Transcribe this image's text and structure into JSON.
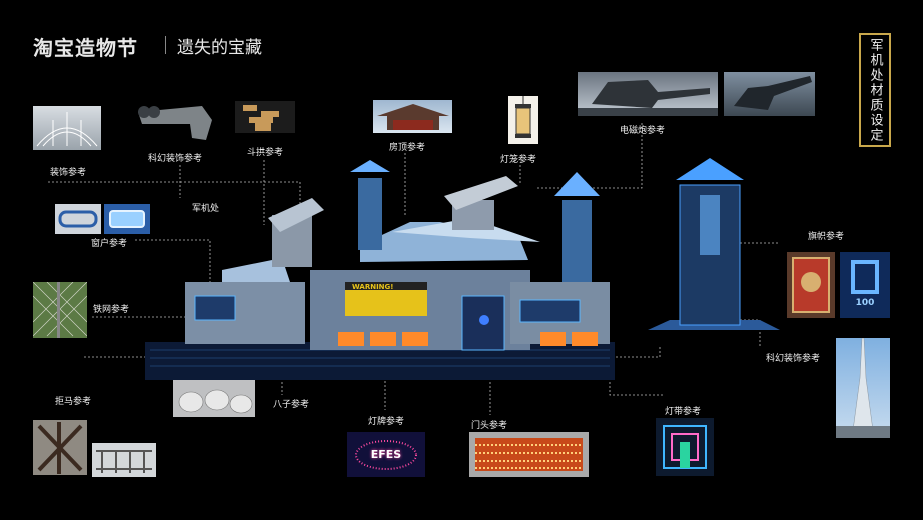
{
  "brand": {
    "title": "淘宝造物节",
    "subtitle": "遗失的宝藏"
  },
  "slide_title": "军机处材质设定",
  "labels": {
    "decor": "装饰参考",
    "scifi_decor_top": "科幻装饰参考",
    "dougong": "斗拱参考",
    "junjichu": "军机处",
    "roof": "房顶参考",
    "lantern": "灯笼参考",
    "railgun": "电磁炮参考",
    "window": "窗户参考",
    "flag": "旗帜参考",
    "fence": "铁网参考",
    "scifi_decor_right": "科幻装饰参考",
    "barrier": "拒马参考",
    "bazi": "八子参考",
    "sign": "灯牌参考",
    "door": "门头参考",
    "lightstrip": "灯带参考"
  },
  "sign_text": {
    "warning": "WARNING!",
    "efes": "EFES",
    "flag_num": "100"
  },
  "colors": {
    "background": "#000000",
    "frame": "#c9a84c",
    "label": "#f0f0f0",
    "accent_blue": "#5ab6ff"
  }
}
